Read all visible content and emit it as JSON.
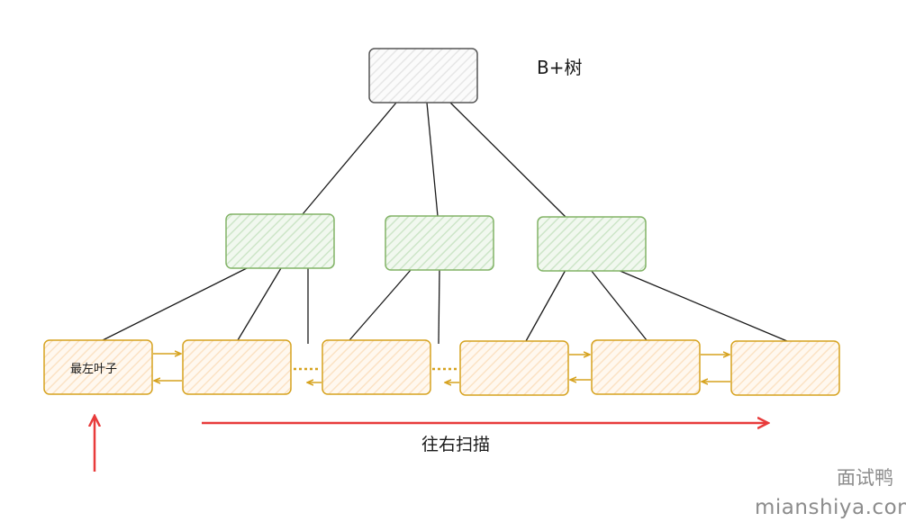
{
  "diagram": {
    "title": "B+树",
    "leaf_first_label": "最左叶子",
    "scan_label": "往右扫描"
  },
  "watermark": {
    "chinese": "面试鸭",
    "domain": "mianshiya.com"
  },
  "colors": {
    "root_stroke": "#555555",
    "root_fill": "#f4f4f4",
    "internal_stroke": "#82b366",
    "internal_fill": "#d5e8d4",
    "leaf_stroke": "#d6a21e",
    "leaf_fill": "#fde8cc",
    "arrow_red": "#e83b3b",
    "edge": "#1a1a1a"
  }
}
